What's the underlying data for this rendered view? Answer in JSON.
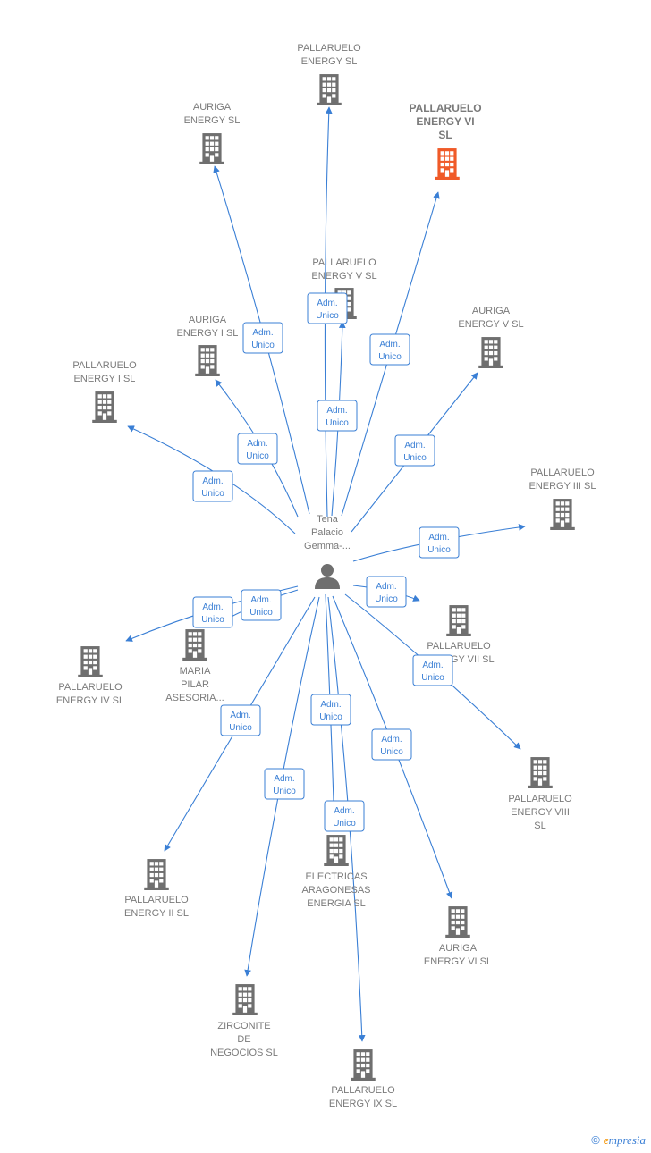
{
  "center": {
    "label": [
      "Tena",
      "Palacio",
      "Gemma-..."
    ],
    "icon": "person-icon"
  },
  "companies": [
    {
      "id": "pallaruelo-energy",
      "label": [
        "PALLARUELO",
        "ENERGY  SL"
      ],
      "highlight": false,
      "icon": "building-icon"
    },
    {
      "id": "auriga-energy",
      "label": [
        "AURIGA",
        "ENERGY  SL"
      ],
      "highlight": false,
      "icon": "building-icon"
    },
    {
      "id": "pallaruelo-energy-vi",
      "label": [
        "PALLARUELO",
        "ENERGY VI",
        "SL"
      ],
      "highlight": true,
      "icon": "building-icon"
    },
    {
      "id": "pallaruelo-energy-v",
      "label": [
        "PALLARUELO",
        "ENERGY V  SL"
      ],
      "highlight": false,
      "icon": "building-icon"
    },
    {
      "id": "auriga-energy-i",
      "label": [
        "AURIGA",
        "ENERGY I  SL"
      ],
      "highlight": false,
      "icon": "building-icon"
    },
    {
      "id": "auriga-energy-v",
      "label": [
        "AURIGA",
        "ENERGY V  SL"
      ],
      "highlight": false,
      "icon": "building-icon"
    },
    {
      "id": "pallaruelo-energy-i",
      "label": [
        "PALLARUELO",
        "ENERGY I  SL"
      ],
      "highlight": false,
      "icon": "building-icon"
    },
    {
      "id": "pallaruelo-energy-iii",
      "label": [
        "PALLARUELO",
        "ENERGY III  SL"
      ],
      "highlight": false,
      "icon": "building-icon"
    },
    {
      "id": "pallaruelo-energy-vii",
      "label": [
        "PALLARUELO",
        "ENERGY VII  SL"
      ],
      "highlight": false,
      "icon": "building-icon"
    },
    {
      "id": "maria-pilar-asesoria",
      "label": [
        "MARIA",
        "PILAR",
        "ASESORIA..."
      ],
      "highlight": false,
      "icon": "building-icon"
    },
    {
      "id": "pallaruelo-energy-iv",
      "label": [
        "PALLARUELO",
        "ENERGY IV  SL"
      ],
      "highlight": false,
      "icon": "building-icon"
    },
    {
      "id": "pallaruelo-energy-viii",
      "label": [
        "PALLARUELO",
        "ENERGY VIII",
        "SL"
      ],
      "highlight": false,
      "icon": "building-icon"
    },
    {
      "id": "electricas-aragonesas",
      "label": [
        "ELECTRICAS",
        "ARAGONESAS",
        "ENERGIA  SL"
      ],
      "highlight": false,
      "icon": "building-icon"
    },
    {
      "id": "pallaruelo-energy-ii",
      "label": [
        "PALLARUELO",
        "ENERGY II  SL"
      ],
      "highlight": false,
      "icon": "building-icon"
    },
    {
      "id": "auriga-energy-vi",
      "label": [
        "AURIGA",
        "ENERGY VI  SL"
      ],
      "highlight": false,
      "icon": "building-icon"
    },
    {
      "id": "zirconite-de-negocios",
      "label": [
        "ZIRCONITE",
        "DE",
        "NEGOCIOS  SL"
      ],
      "highlight": false,
      "icon": "building-icon"
    },
    {
      "id": "pallaruelo-energy-ix",
      "label": [
        "PALLARUELO",
        "ENERGY IX  SL"
      ],
      "highlight": false,
      "icon": "building-icon"
    }
  ],
  "edges": [
    {
      "to": "pallaruelo-energy",
      "label": [
        "Adm.",
        "Unico"
      ]
    },
    {
      "to": "auriga-energy",
      "label": [
        "Adm.",
        "Unico"
      ]
    },
    {
      "to": "pallaruelo-energy-vi",
      "label": [
        "Adm.",
        "Unico"
      ]
    },
    {
      "to": "pallaruelo-energy-v",
      "label": [
        "Adm.",
        "Unico"
      ]
    },
    {
      "to": "auriga-energy-i",
      "label": [
        "Adm.",
        "Unico"
      ]
    },
    {
      "to": "auriga-energy-v",
      "label": [
        "Adm.",
        "Unico"
      ]
    },
    {
      "to": "pallaruelo-energy-i",
      "label": [
        "Adm.",
        "Unico"
      ]
    },
    {
      "to": "pallaruelo-energy-iii",
      "label": [
        "Adm.",
        "Unico"
      ]
    },
    {
      "to": "pallaruelo-energy-vii",
      "label": [
        "Adm.",
        "Unico"
      ]
    },
    {
      "to": "maria-pilar-asesoria",
      "label": [
        "Adm.",
        "Unico"
      ]
    },
    {
      "to": "pallaruelo-energy-iv",
      "label": [
        "Adm.",
        "Unico"
      ]
    },
    {
      "to": "pallaruelo-energy-viii",
      "label": [
        "Adm.",
        "Unico"
      ]
    },
    {
      "to": "electricas-aragonesas",
      "label": [
        "Adm.",
        "Unico"
      ]
    },
    {
      "to": "pallaruelo-energy-ii",
      "label": [
        "Adm.",
        "Unico"
      ]
    },
    {
      "to": "auriga-energy-vi",
      "label": [
        "Adm.",
        "Unico"
      ]
    },
    {
      "to": "zirconite-de-negocios",
      "label": [
        "Adm.",
        "Unico"
      ]
    },
    {
      "to": "pallaruelo-energy-ix",
      "label": [
        "Adm.",
        "Unico"
      ]
    }
  ],
  "colors": {
    "edge": "#3a7fd5",
    "node": "#6f6f6f",
    "highlight": "#f05a28",
    "label": "#7a7a7a"
  },
  "footer": {
    "copyright": "©",
    "brand_initial": "e",
    "brand_rest": "mpresia"
  }
}
